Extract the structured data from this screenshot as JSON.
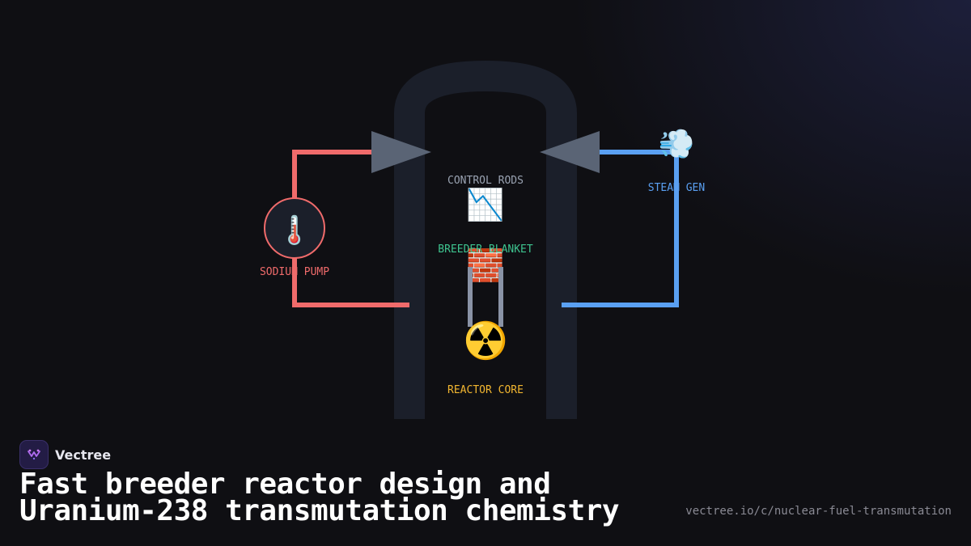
{
  "diagram": {
    "labels": {
      "control_rods": "CONTROL RODS",
      "breeder_blanket": "BREEDER BLANKET",
      "reactor_core": "REACTOR CORE",
      "sodium_pump": "SODIUM PUMP",
      "steam_gen": "STEAM GEN"
    },
    "icons": {
      "control_rods": "📉",
      "breeder_blanket": "🧱",
      "reactor_core": "☢️",
      "sodium_pump": "🌡️",
      "steam_gen": "💨"
    },
    "colors": {
      "hot_loop": "#f06b6b",
      "cold_loop": "#5aa0f2",
      "vessel": "#1b1f2a",
      "arrow": "#5a6475",
      "rods": "#8a93a6",
      "control_rods_label": "#9aa3b2",
      "breeder_label": "#3ec48f",
      "core_label": "#f2b630",
      "pump_label": "#f06b6b",
      "steam_label": "#5aa0f2"
    }
  },
  "footer": {
    "brand": "Vectree",
    "title_line1": "Fast breeder reactor design and",
    "title_line2": "Uranium-238 transmutation chemistry",
    "url": "vectree.io/c/nuclear-fuel-transmutation"
  }
}
